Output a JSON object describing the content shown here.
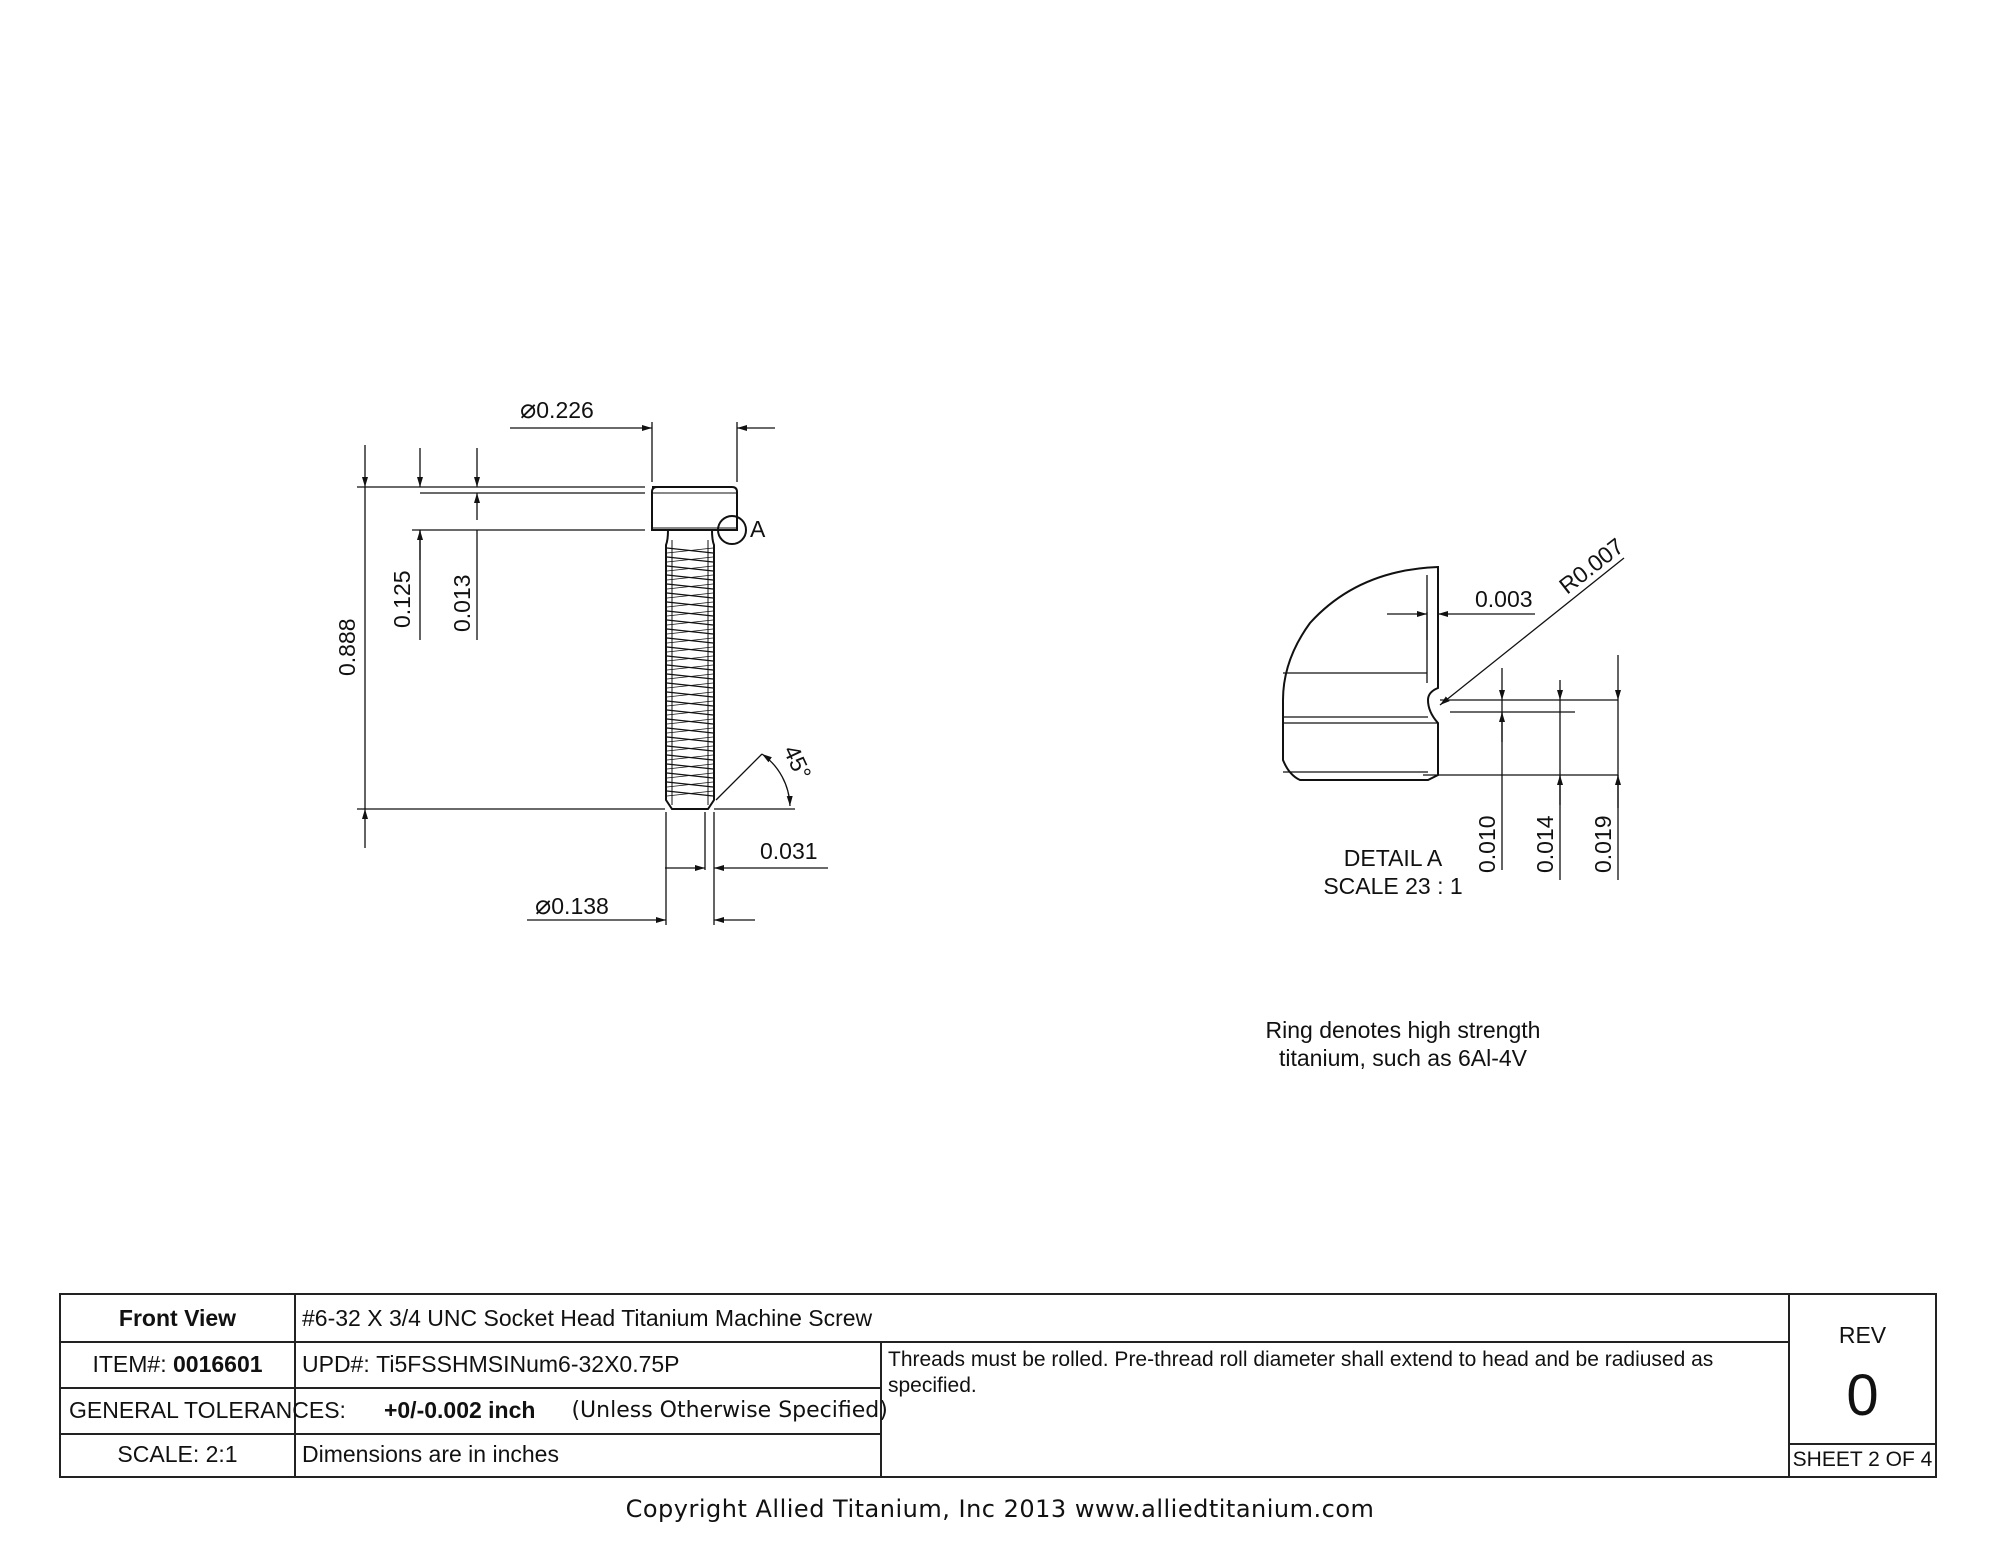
{
  "main_view": {
    "dim_head_diameter": "0.226",
    "dim_overall_length": "0.888",
    "dim_head_height": "0.125",
    "dim_fillet_offset": "0.013",
    "dim_chamfer_angle": "45°",
    "dim_chamfer_length": "0.031",
    "dim_thread_diameter": "0.138",
    "detail_callout": "A"
  },
  "detail_view": {
    "title": "DETAIL A",
    "scale": "SCALE 23 : 1",
    "dim_radius": "R0.007",
    "dim_undercut_width": "0.003",
    "dim_a": "0.010",
    "dim_b": "0.014",
    "dim_c": "0.019"
  },
  "note": {
    "line1": "Ring denotes high strength",
    "line2": "titanium, such as 6Al-4V"
  },
  "title_block": {
    "view_label": "Front View",
    "description": "#6-32 X 3/4 UNC Socket Head Titanium Machine Screw",
    "item_label": "ITEM#:",
    "item_value": "0016601",
    "upd_label": "UPD#:",
    "upd_value": "Ti5FSSHMSINum6-32X0.75P",
    "tolerance_label": "GENERAL TOLERANCES:",
    "tolerance_value": "+0/-0.002 inch",
    "tolerance_note": "(Unless Otherwise Specified)",
    "scale": "SCALE: 2:1",
    "units": "Dimensions are in inches",
    "notes": "Threads must be rolled. Pre-thread roll diameter shall extend to head and be radiused as specified.",
    "rev_label": "REV",
    "rev_value": "0",
    "sheet": "SHEET 2 OF 4"
  },
  "copyright": "Copyright Allied Titanium, Inc 2013 www.alliedtitanium.com"
}
